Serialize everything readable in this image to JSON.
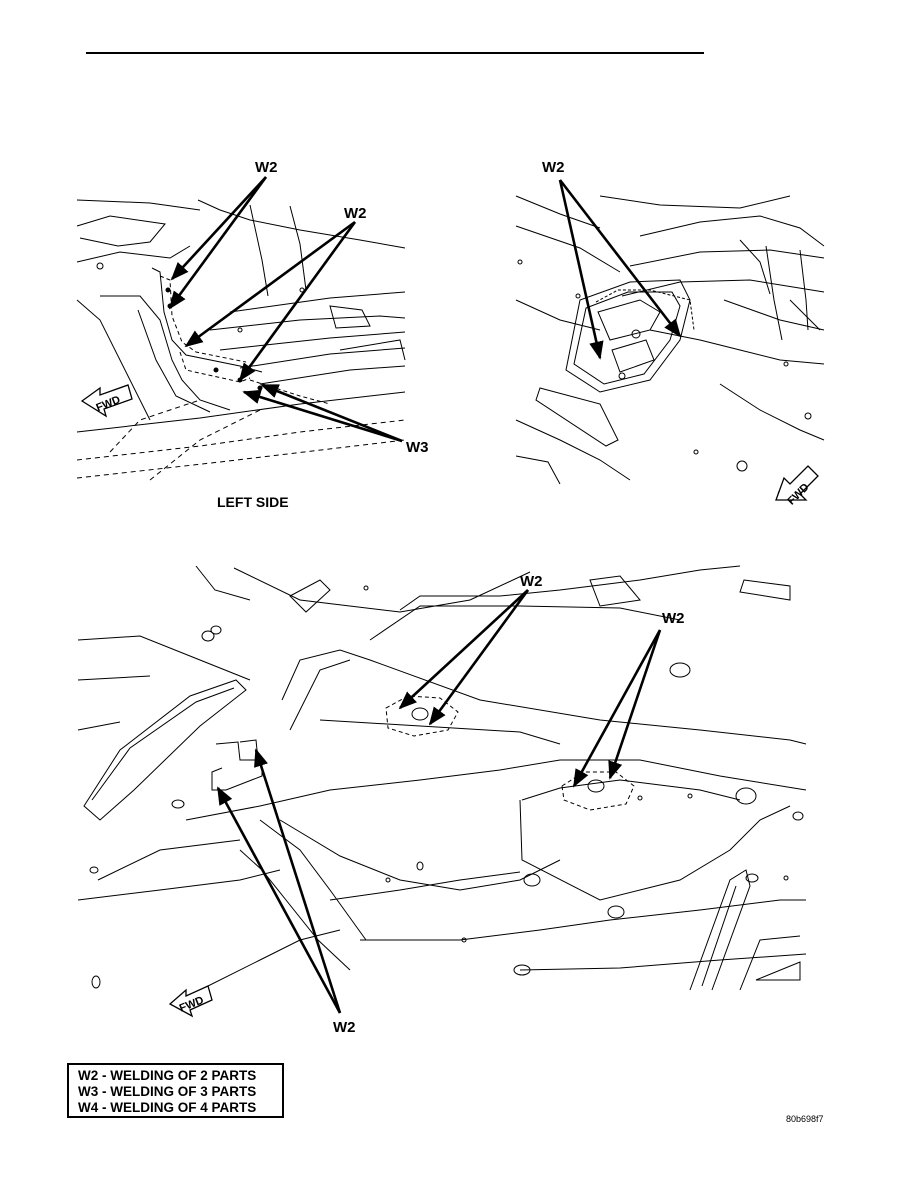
{
  "figures": {
    "top_left": {
      "callouts": [
        "W2",
        "W2",
        "W3"
      ],
      "fwd": "FWD",
      "caption": "LEFT SIDE"
    },
    "top_right": {
      "callouts": [
        "W2"
      ],
      "fwd": "FWD"
    },
    "bottom": {
      "callouts": [
        "W2",
        "W2",
        "W2"
      ],
      "fwd": "FWD"
    }
  },
  "legend": [
    "W2 - WELDING OF 2 PARTS",
    "W3 - WELDING OF 3 PARTS",
    "W4 - WELDING OF 4 PARTS"
  ],
  "figure_code": "80b698f7"
}
